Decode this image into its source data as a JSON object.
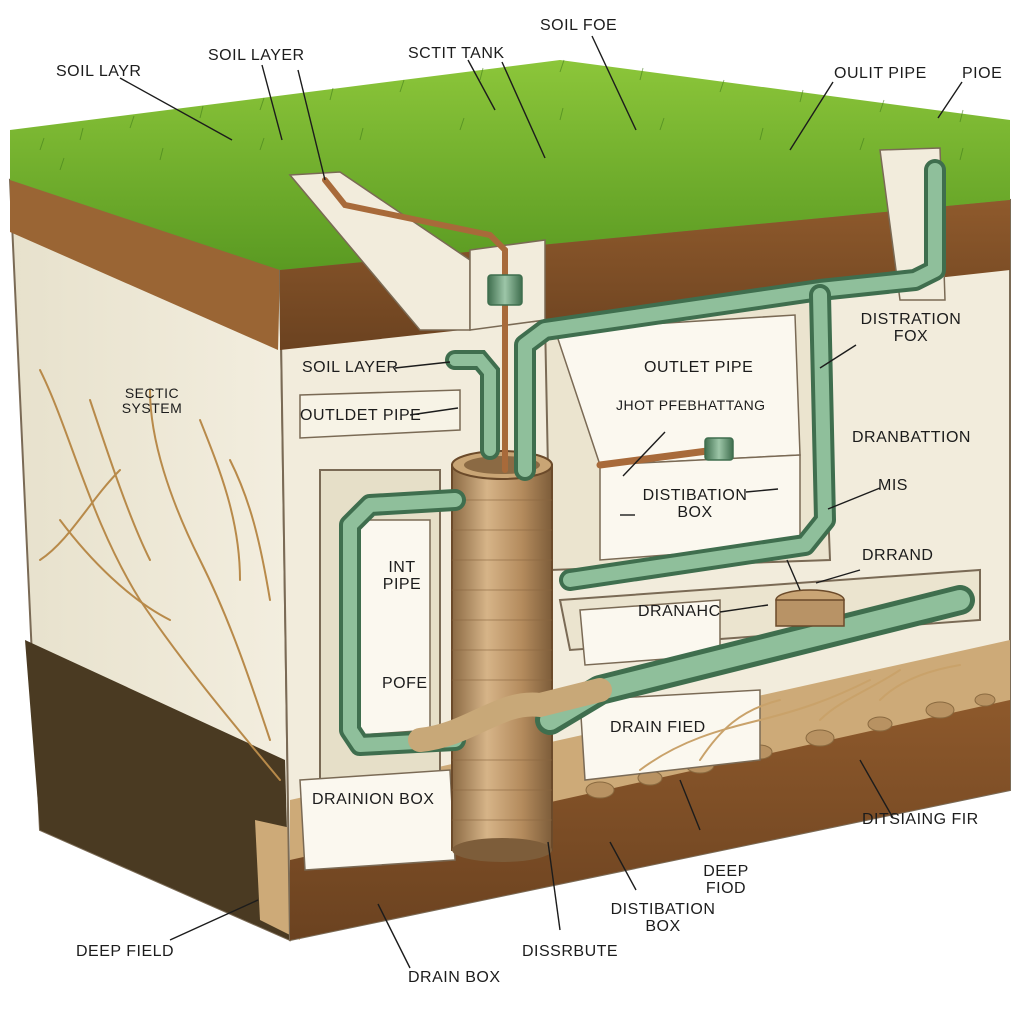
{
  "labels": {
    "soil_layr": "SOIL LAYR",
    "soil_layer_top": "SOIL LAYER",
    "sctit_tank": "SCTIT TANK",
    "soil_foe": "SOIL FOE",
    "oulit_pipe": "OULIT PIPE",
    "pioe": "PIOE",
    "sectic_system": "SECTIC SYSTEM",
    "soil_layer_mid": "SOIL LAYER",
    "outldet_pipe": "OUTLDET PIPE",
    "outlet_pipe_box": "OUTLET PIPE",
    "jhot_pfebhattang": "JHOT PFEBHATTANG",
    "distibation_box": "DISTIBATION BOX",
    "distration_fox": "DISTRATION FOX",
    "dranbattion": "DRANBATTION",
    "mis": "MIS",
    "int_pipe": "INT PIPE",
    "pofe": "POFE",
    "drand": "DRRAND",
    "dranahc": "DRANAHC",
    "drain_fied": "DRAIN FIED",
    "drainion_box": "DRAINION BOX",
    "dissing_fir": "DITSIAING FIR",
    "deep_fiod": "DEEP FIOD",
    "distibation_box_bottom": "DISTIBATION BOX",
    "deep_field": "DEEP FIELD",
    "drain_box": "DRAIN BOX",
    "disssibute": "DISSRBUTE"
  },
  "colors": {
    "grass": "#6fae2a",
    "grass_dark": "#3f7a1a",
    "soil": "#8a5a2e",
    "soil_dark": "#6b4220",
    "cutaway_wall": "#f2ecdc",
    "pipe": "#6f9f7c",
    "pipe_dark": "#3f6e4e",
    "tank": "#b89366",
    "gravel": "#cdaa78"
  }
}
